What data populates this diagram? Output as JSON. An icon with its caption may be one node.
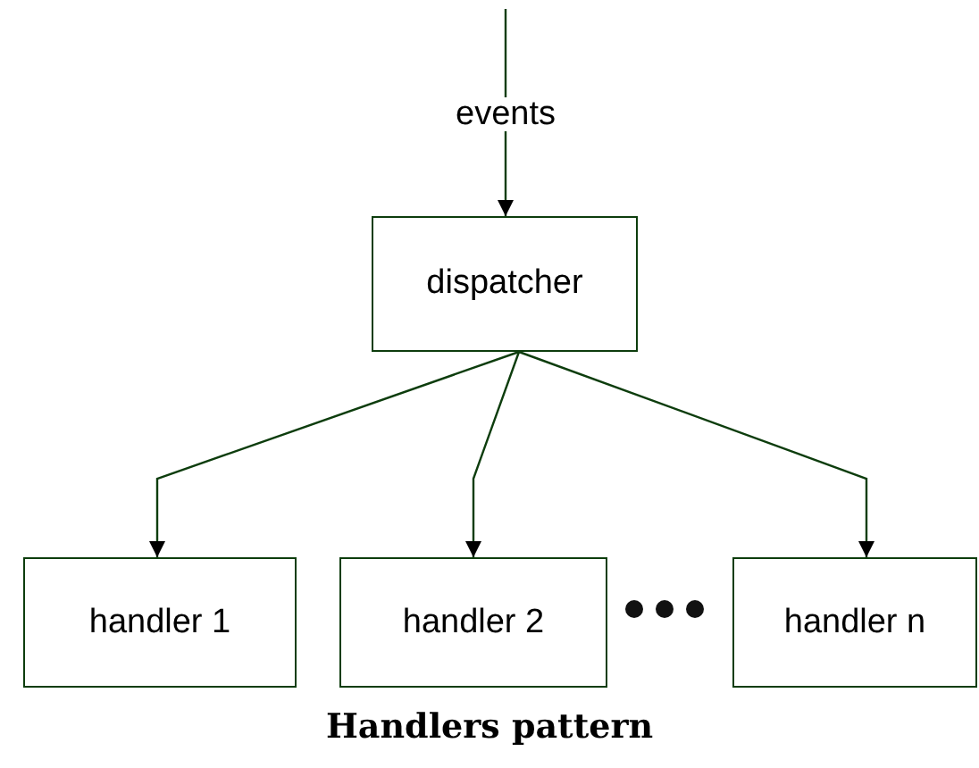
{
  "diagram": {
    "caption": "Handlers pattern",
    "nodes": [
      {
        "text": [
          "dispatcher"
        ]
      },
      {
        "text": [
          "handler 1"
        ]
      },
      {
        "text": [
          "handler 2"
        ]
      },
      {
        "text": [
          "handler n"
        ]
      }
    ],
    "edges": [
      {
        "from": null,
        "to": 0,
        "arrow": "to",
        "label": "events"
      },
      {
        "from": 0,
        "to": 1,
        "arrow": "to"
      },
      {
        "from": 0,
        "to": 2,
        "arrow": "to"
      },
      {
        "from": 0,
        "to": 3,
        "arrow": "to"
      }
    ]
  }
}
